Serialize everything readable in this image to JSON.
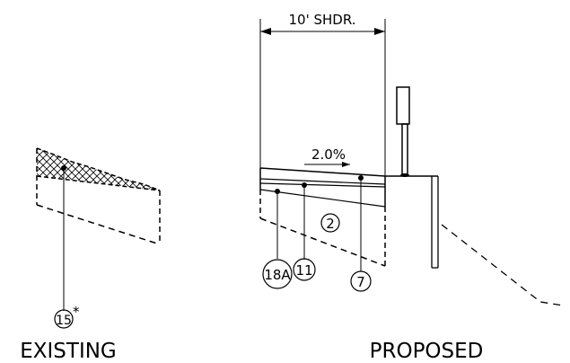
{
  "dimension": {
    "label": "10' SHDR."
  },
  "slope": {
    "label": "2.0%"
  },
  "callouts": {
    "existing_ref": "15",
    "existing_ref_mark": "*",
    "layer_2": "2",
    "layer_18a": "18A",
    "layer_11": "11",
    "layer_7": "7"
  },
  "sections": {
    "existing_label": "EXISTING",
    "proposed_label": "PROPOSED"
  }
}
